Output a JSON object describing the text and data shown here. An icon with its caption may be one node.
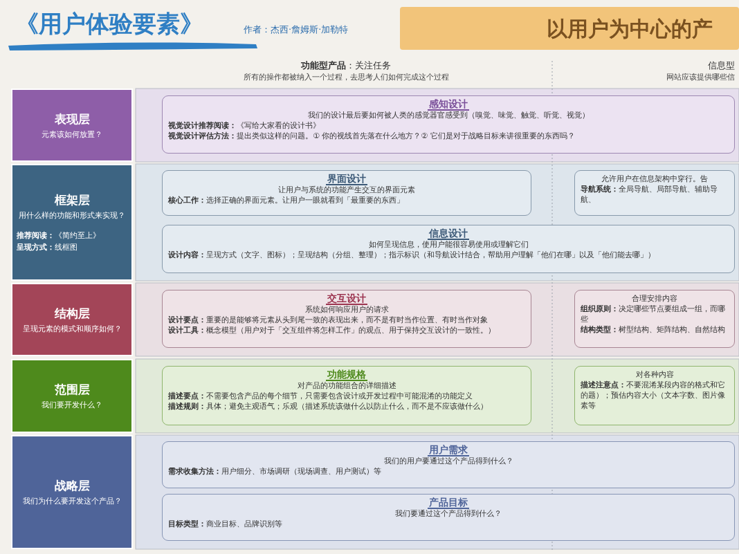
{
  "diagram": {
    "title": "《用户体验要素》",
    "nodes": [
      {
        "text": [
          "以用户为中心的产"
        ]
      },
      {
        "text": [
          "表现层",
          "元素该如何放置？"
        ]
      },
      {
        "text": [
          "感知设计",
          "我们的设计最后要如何被人类的感觉器官感受到（嗅觉、味觉、触觉、听觉、视觉）",
          "**视觉设计推荐阅读：**《写给大家看的设计书》",
          "**视觉设计评估方法：**提出类似这样的问题。① 你的视线首先落在什么地方？② 它们是对于战略目标来讲很重要的东西吗？"
        ]
      },
      {
        "text": [
          "框架层",
          "用什么样的功能和形式来实现？",
          "**推荐阅读：**《简约至上》",
          "**呈现方式：**线框图"
        ]
      },
      {
        "text": [
          "界面设计",
          "让用户与系统的功能产生交互的界面元素",
          "**核心工作：**选择正确的界面元素。让用户一眼就看到「最重要的东西」"
        ]
      },
      {
        "text": [
          "允许用户在信息架构中穿行。告",
          "**导航系统：**全局导航、局部导航、辅助导航、"
        ]
      },
      {
        "text": [
          "信息设计",
          "如何呈现信息，使用户能很容易使用或理解它们",
          "**设计内容：**呈现方式（文字、图标）；呈现结构（分组、整理）；指示标识（和导航设计结合，帮助用户理解「他们在哪」以及「他们能去哪」）"
        ]
      },
      {
        "text": [
          "结构层",
          "呈现元素的模式和顺序如何？"
        ]
      },
      {
        "text": [
          "交互设计",
          "系统如何响应用户的请求",
          "**设计要点：**重要的是能够将元素从头到尾一致的表现出来，而不是有时当作位置、有时当作对象",
          "**设计工具：**概念模型（用户对于「交互组件将怎样工作」的观点、用于保持交互设计的一致性。）"
        ]
      },
      {
        "text": [
          "合理安排内容",
          "**组织原则：**决定哪些节点要组成一组，而哪些",
          "**结构类型：**树型结构、矩阵结构、自然结构"
        ]
      },
      {
        "text": [
          "范围层",
          "我们要开发什么？"
        ]
      },
      {
        "text": [
          "功能规格",
          "对产品的功能组合的详细描述",
          "**描述要点：**不需要包含产品的每个细节，只需要包含设计或开发过程中可能混淆的功能定义",
          "**描述规则：**具体；避免主观语气；乐观（描述系统该做什么以防止什么，而不是不应该做什么）"
        ]
      },
      {
        "text": [
          "对各种内容",
          "**描述注意点：**不要混淆某段内容的格式和它的题）；预估内容大小（文本字数、图片像素等"
        ]
      },
      {
        "text": [
          "战略层",
          "我们为什么要开发这个产品？"
        ]
      },
      {
        "text": [
          "用户需求",
          "我们的用户要通过这个产品得到什么？",
          "**需求收集方法：**用户细分、市场调研（现场调查、用户测试）等"
        ]
      },
      {
        "text": [
          "产品目标",
          "我们要通过这个产品得到什么？",
          "**目标类型：**商业目标、品牌识别等"
        ]
      }
    ],
    "edges": [],
    "labels": [
      "作者：杰西·詹姆斯·加勒特",
      "**功能型产品**：关注任务",
      "信息型",
      "所有的操作都被纳入一个过程，去思考人们如何完成这个过程",
      "网站应该提供哪些信"
    ]
  }
}
